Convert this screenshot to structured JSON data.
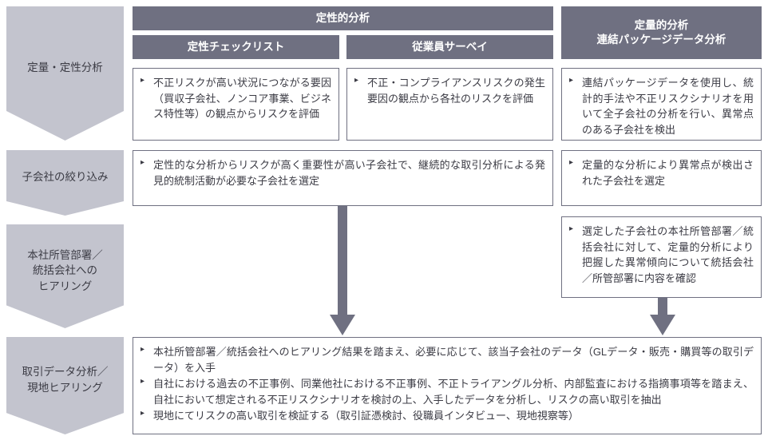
{
  "colors": {
    "header_bar": "#6f7081",
    "stage_chevron": "#c3c4ce",
    "box_border": "#6f7081",
    "text": "#3b3b44",
    "arrow": "#6f7081"
  },
  "stages": [
    {
      "id": "quant-qual-analysis",
      "lines": [
        "定量・定性分析"
      ]
    },
    {
      "id": "subsidiary-narrowing",
      "lines": [
        "子会社の絞り込み"
      ]
    },
    {
      "id": "hq-hearing",
      "lines": [
        "本社所管部署／",
        "統括会社への",
        "ヒアリング"
      ]
    },
    {
      "id": "transaction-data-analysis",
      "lines": [
        "取引データ分析／",
        "現地ヒアリング"
      ]
    }
  ],
  "headers": {
    "qualitative_group": "定性的分析",
    "qualitative_checklist": "定性チェックリスト",
    "employee_survey": "従業員サーベイ",
    "quantitative": [
      "定量的分析",
      "連結パッケージデータ分析"
    ]
  },
  "row1": {
    "checklist_bullets": [
      "不正リスクが高い状況につながる要因（買収子会社、ノンコア事業、ビジネス特性等）の観点からリスクを評価"
    ],
    "survey_bullets": [
      "不正・コンプライアンスリスクの発生要因の観点から各社のリスクを評価"
    ],
    "quantitative_bullets": [
      "連結パッケージデータを使用し、統計的手法や不正リスクシナリオを用いて全子会社の分析を行い、異常点のある子会社を検出"
    ]
  },
  "row2": {
    "qualitative_bullets": [
      "定性的な分析からリスクが高く重要性が高い子会社で、継続的な取引分析による発見的統制活動が必要な子会社を選定"
    ],
    "quantitative_bullets": [
      "定量的な分析により異常点が検出された子会社を選定"
    ]
  },
  "row3": {
    "quantitative_bullets": [
      "選定した子会社の本社所管部署／統括会社に対して、定量的分析により把握した異常傾向について統括会社／所管部署に内容を確認"
    ]
  },
  "row4": {
    "bullets": [
      "本社所管部署／統括会社へのヒアリング結果を踏まえ、必要に応じて、該当子会社のデータ（GLデータ・販売・購買等の取引データ）を入手",
      "自社における過去の不正事例、同業他社における不正事例、不正トライアングル分析、内部監査における指摘事項等を踏まえ、自社において想定される不正リスクシナリオを検討の上、入手したデータを分析し、リスクの高い取引を抽出",
      "現地にてリスクの高い取引を検証する（取引証憑検討、役職員インタビュー、現地視察等）"
    ]
  },
  "arrows": [
    {
      "id": "arrow-qualitative-to-bottom"
    },
    {
      "id": "arrow-quantitative-to-bottom"
    }
  ]
}
